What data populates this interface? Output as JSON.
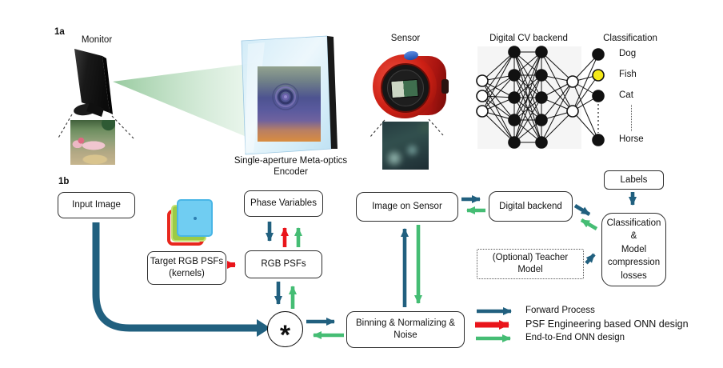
{
  "colors": {
    "forward_blue": "#21607f",
    "psf_red": "#e9151b",
    "e2e_green": "#45bd74",
    "highlight_yellow": "#f5e918"
  },
  "panel_1a": {
    "tag": "1a",
    "monitor_label": "Monitor",
    "encoder_label_line1": "Single-aperture Meta-optics",
    "encoder_label_line2": "Encoder",
    "sensor_label": "Sensor",
    "backend_label": "Digital CV backend",
    "classification_label": "Classification",
    "classes": [
      "Dog",
      "Fish",
      "Cat",
      "Horse"
    ],
    "highlighted_class": "Fish"
  },
  "panel_1b": {
    "tag": "1b",
    "input_image": "Input Image",
    "target_psfs_line1": "Target RGB PSFs",
    "target_psfs_line2": "(kernels)",
    "phase_variables": "Phase Variables",
    "rgb_psfs": "RGB PSFs",
    "convolution_symbol": "*",
    "binning_line1": "Binning & Normalizing &",
    "binning_line2": "Noise",
    "image_on_sensor": "Image on Sensor",
    "digital_backend": "Digital backend",
    "teacher_line1": "(Optional) Teacher",
    "teacher_line2": "Model",
    "labels_box": "Labels",
    "losses_lines": [
      "Classification",
      "&",
      "Model",
      "compression",
      "losses"
    ],
    "legend": [
      {
        "label": "Forward Process",
        "color": "#21607f"
      },
      {
        "label": "PSF Engineering based ONN design",
        "color": "#e9151b"
      },
      {
        "label": "End-to-End ONN design",
        "color": "#45bd74"
      }
    ]
  }
}
